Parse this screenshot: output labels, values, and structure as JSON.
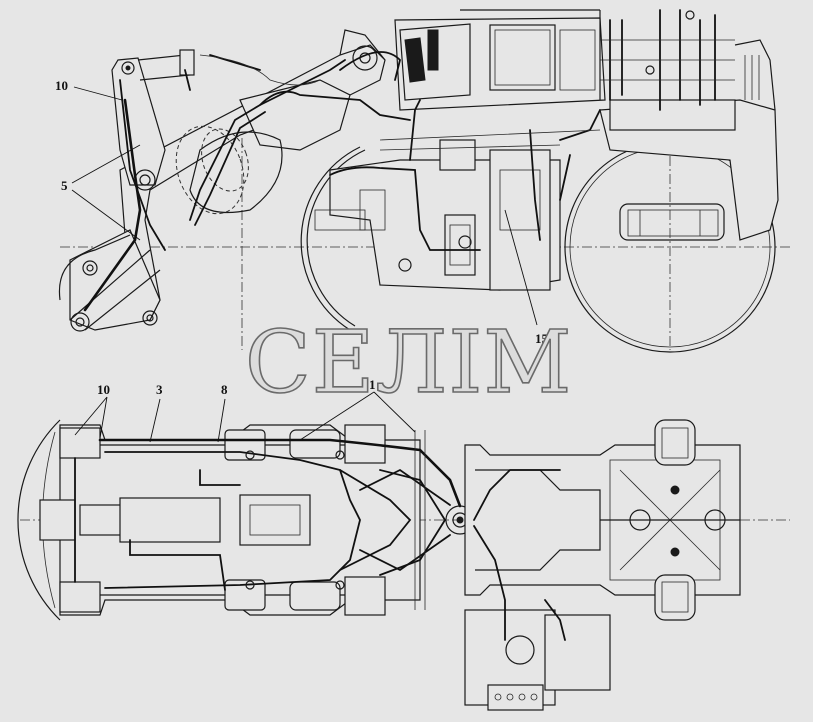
{
  "watermark": {
    "text": "СЕЛIМ"
  },
  "side_view": {
    "callouts": [
      {
        "id": "side-10",
        "label": "10"
      },
      {
        "id": "side-5",
        "label": "5"
      },
      {
        "id": "side-15",
        "label": "15"
      }
    ]
  },
  "top_view": {
    "callouts": [
      {
        "id": "top-10",
        "label": "10"
      },
      {
        "id": "top-3",
        "label": "3"
      },
      {
        "id": "top-8",
        "label": "8"
      },
      {
        "id": "top-1",
        "label": "1"
      }
    ]
  },
  "icons": [
    "wheel-icon",
    "pin-joint-icon",
    "cylinder-icon"
  ]
}
